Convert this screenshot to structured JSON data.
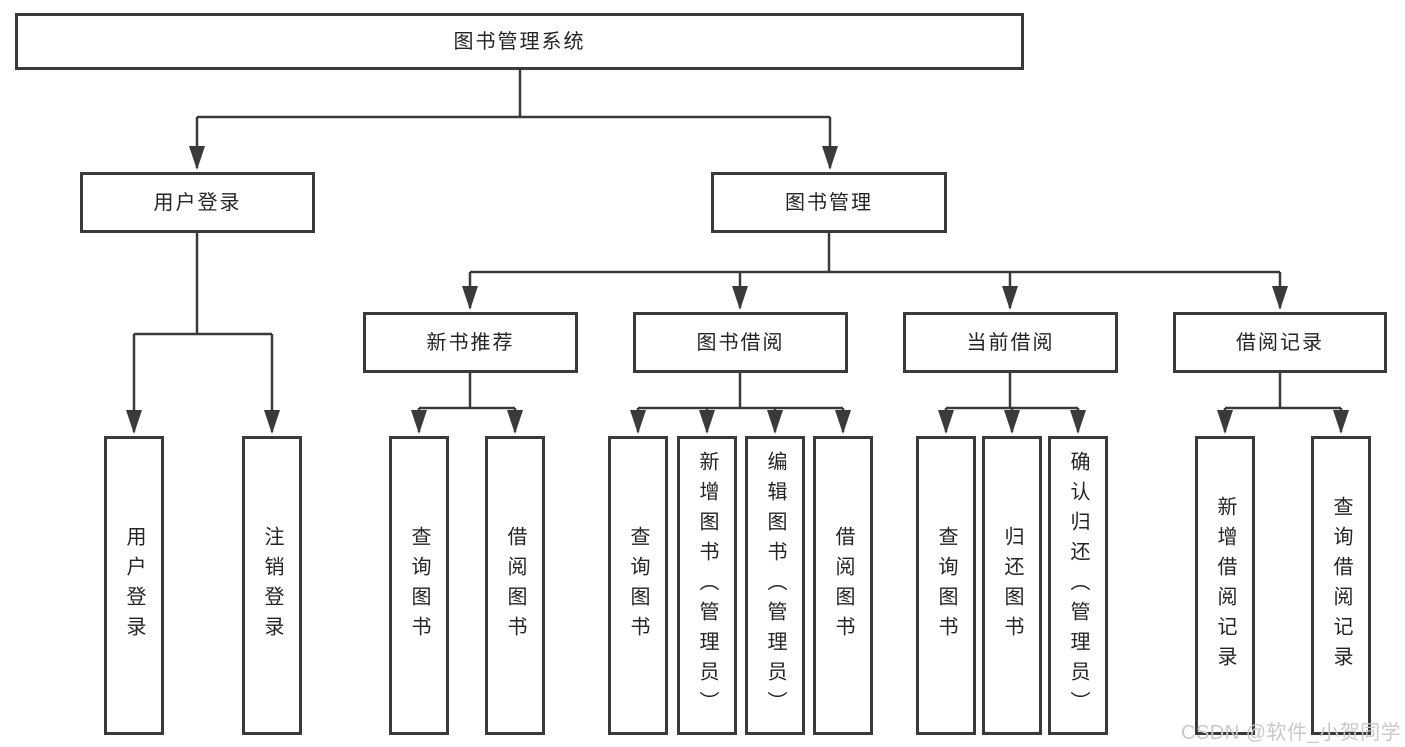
{
  "diagram": {
    "root": {
      "label": "图书管理系统"
    },
    "branches": [
      {
        "label": "用户登录",
        "leaves": [
          {
            "label": "用户登录"
          },
          {
            "label": "注销登录"
          }
        ]
      },
      {
        "label": "图书管理",
        "groups": [
          {
            "label": "新书推荐",
            "leaves": [
              {
                "label": "查询图书"
              },
              {
                "label": "借阅图书"
              }
            ]
          },
          {
            "label": "图书借阅",
            "leaves": [
              {
                "label": "查询图书"
              },
              {
                "label": "新增图书（管理员）"
              },
              {
                "label": "编辑图书（管理员）"
              },
              {
                "label": "借阅图书"
              }
            ]
          },
          {
            "label": "当前借阅",
            "leaves": [
              {
                "label": "查询图书"
              },
              {
                "label": "归还图书"
              },
              {
                "label": "确认归还（管理员）"
              }
            ]
          },
          {
            "label": "借阅记录",
            "leaves": [
              {
                "label": "新增借阅记录"
              },
              {
                "label": "查询借阅记录"
              }
            ]
          }
        ]
      }
    ]
  },
  "watermark": {
    "text": "CSDN @软件_小贺同学"
  },
  "colors": {
    "line": "#3a3a3a",
    "box_border": "#3a3a3a",
    "text": "#242424",
    "background": "#ffffff",
    "watermark_text": "#c9c9c9"
  }
}
